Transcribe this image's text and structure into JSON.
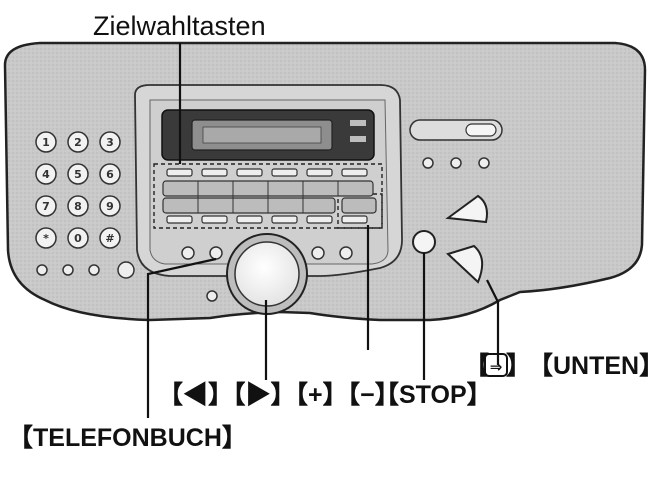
{
  "title": "Zielwahltasten",
  "labels": {
    "navigation": "【◀】【▶】【+】【−】",
    "stop": "【STOP】",
    "phonebook": "【TELEFONBUCH】",
    "down": "【UNTEN】",
    "direct_icon": "⇒"
  },
  "keypad": [
    "1",
    "2",
    "3",
    "4",
    "5",
    "6",
    "7",
    "8",
    "9",
    "*",
    "0",
    "#"
  ]
}
